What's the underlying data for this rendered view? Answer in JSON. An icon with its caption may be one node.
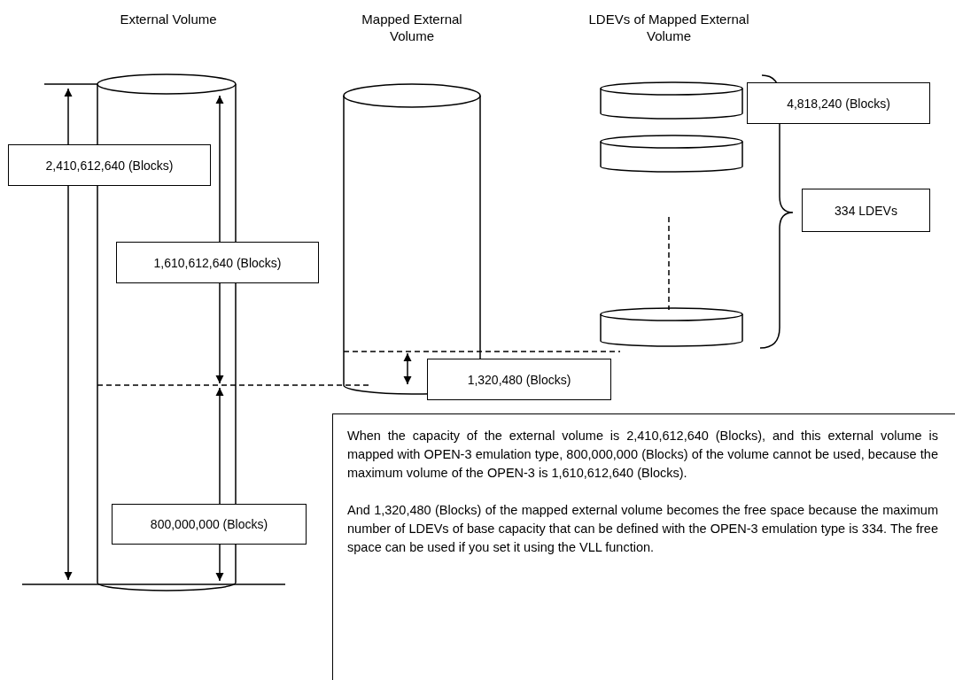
{
  "diagram": {
    "nodes": [
      {
        "text": [
          "2,410,612,640 (Blocks)"
        ]
      },
      {
        "text": [
          "4,818,240 (Blocks)"
        ]
      },
      {
        "text": [
          "1,610,612,640 (Blocks)"
        ]
      },
      {
        "text": [
          "334 LDEVs"
        ]
      },
      {
        "text": [
          "1,320,480 (Blocks)"
        ]
      },
      {
        "text": [
          "800,000,000 (Blocks)"
        ]
      },
      {
        "text": [
          "When the capacity of the external volume is 2,410,612,640 (Blocks), and this external volume is mapped with OPEN-3 emulation type, 800,000,000 (Blocks) of the volume cannot be used, because the maximum volume of the OPEN-3 is 1,610,612,640 (Blocks).",
          "And 1,320,480 (Blocks) of the mapped external volume becomes the free space because the maximum number of LDEVs of base capacity that can be defined with the OPEN-3 emulation type is 334. The free space can be used if you set it using the VLL function."
        ]
      }
    ],
    "labels": [
      "External Volume",
      "Mapped External Volume",
      "LDEVs of Mapped External Volume"
    ]
  }
}
